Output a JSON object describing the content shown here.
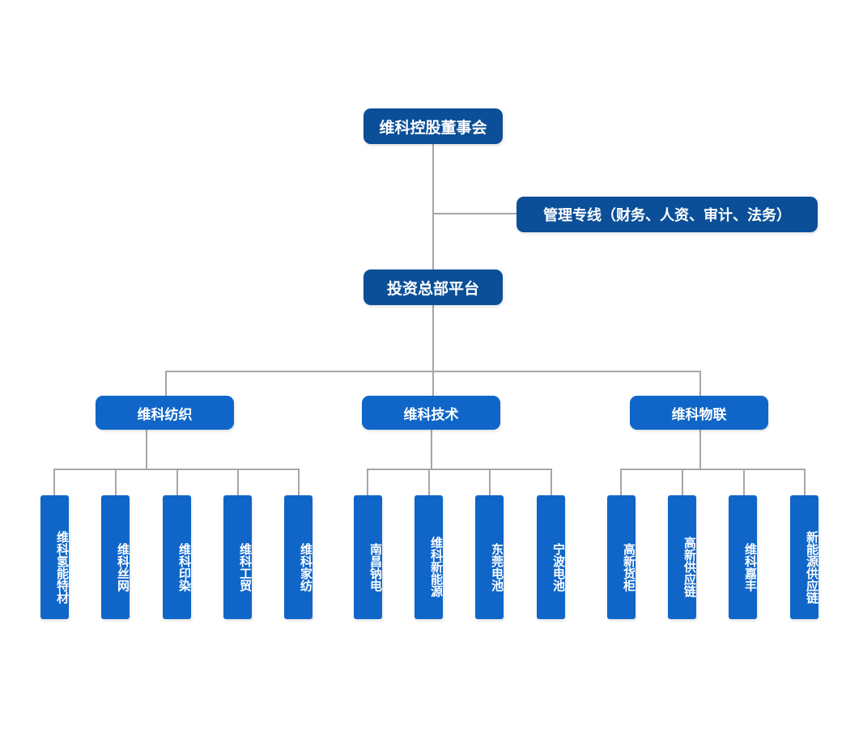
{
  "diagram": {
    "root": "维科控股董事会",
    "management": "管理专线（财务、人资、审计、法务）",
    "platform": "投资总部平台",
    "groups": [
      {
        "name": "维科纺织",
        "children": [
          "维科氢能特材",
          "维科丝网",
          "维科印染",
          "维科工贸",
          "维科家纺"
        ]
      },
      {
        "name": "维科技术",
        "children": [
          "南昌钠电",
          "维科新能源",
          "东莞电池",
          "宁波电池"
        ]
      },
      {
        "name": "维科物联",
        "children": [
          "高新货柜",
          "高新供应链",
          "维科嘉丰",
          "新能源供应链"
        ]
      }
    ]
  },
  "colors": {
    "dark_box": "#0b4f98",
    "mid_box": "#0f66c8",
    "connector": "#a6a6a6"
  }
}
